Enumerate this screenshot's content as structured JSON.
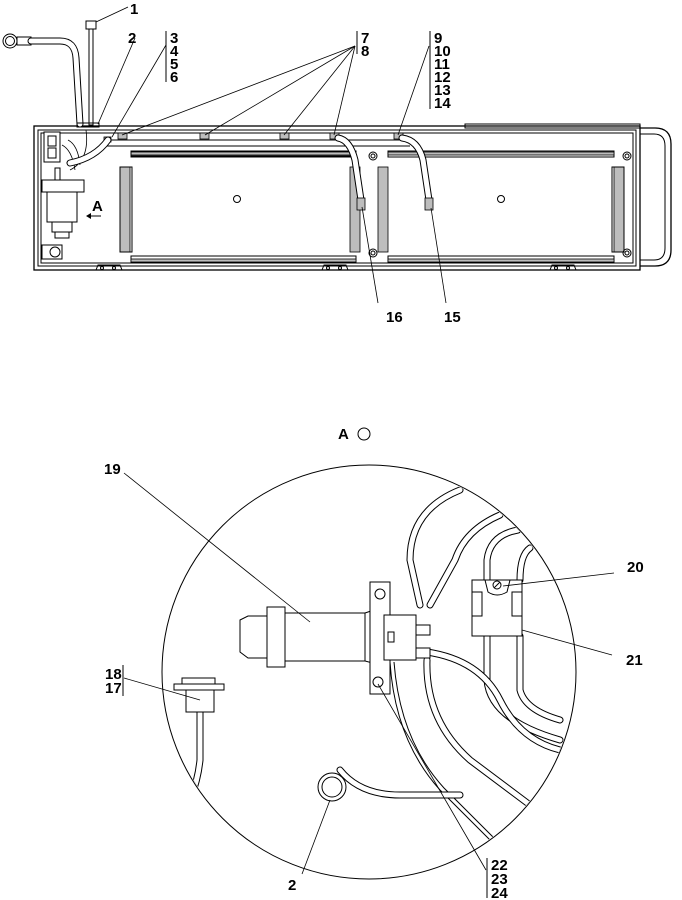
{
  "diagram": {
    "view_label": "A",
    "detail_label": "A",
    "callouts_top": {
      "c1": "1",
      "c2": "2",
      "group_3_6": [
        "3",
        "4",
        "5",
        "6"
      ],
      "group_7_8": [
        "7",
        "8"
      ],
      "group_9_14": [
        "9",
        "10",
        "11",
        "12",
        "13",
        "14"
      ],
      "c15": "15",
      "c16": "16"
    },
    "callouts_detail": {
      "c19": "19",
      "c20": "20",
      "c21": "21",
      "group_17_18": [
        "18",
        "17"
      ],
      "c2": "2",
      "group_22_24": [
        "22",
        "23",
        "24"
      ]
    }
  }
}
